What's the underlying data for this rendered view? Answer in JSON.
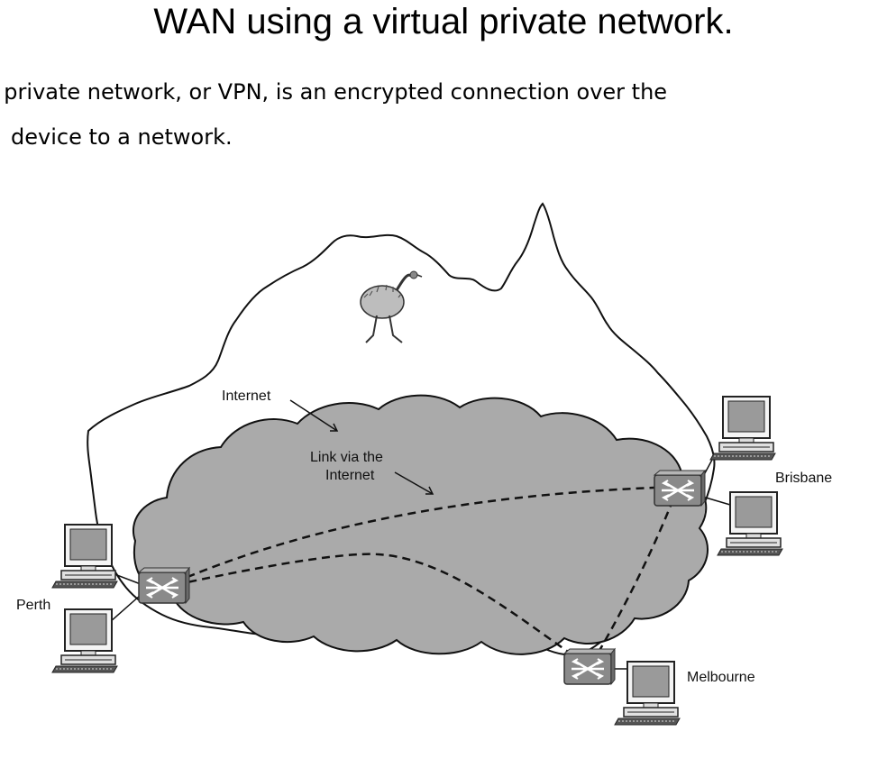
{
  "slide": {
    "title": "WAN using a virtual private network.",
    "text_line_1": "l private network, or VPN, is an encrypted connection over the",
    "text_line_2": "device to a network."
  },
  "diagram": {
    "labels": {
      "internet": "Internet",
      "link_line1": "Link via the",
      "link_line2": "Internet",
      "perth": "Perth",
      "brisbane": "Brisbane",
      "melbourne": "Melbourne"
    }
  },
  "colors": {
    "cloud_fill": "#aaaaaa",
    "router_fill": "#8a8a8a",
    "monitor_screen": "#9a9a9a"
  }
}
